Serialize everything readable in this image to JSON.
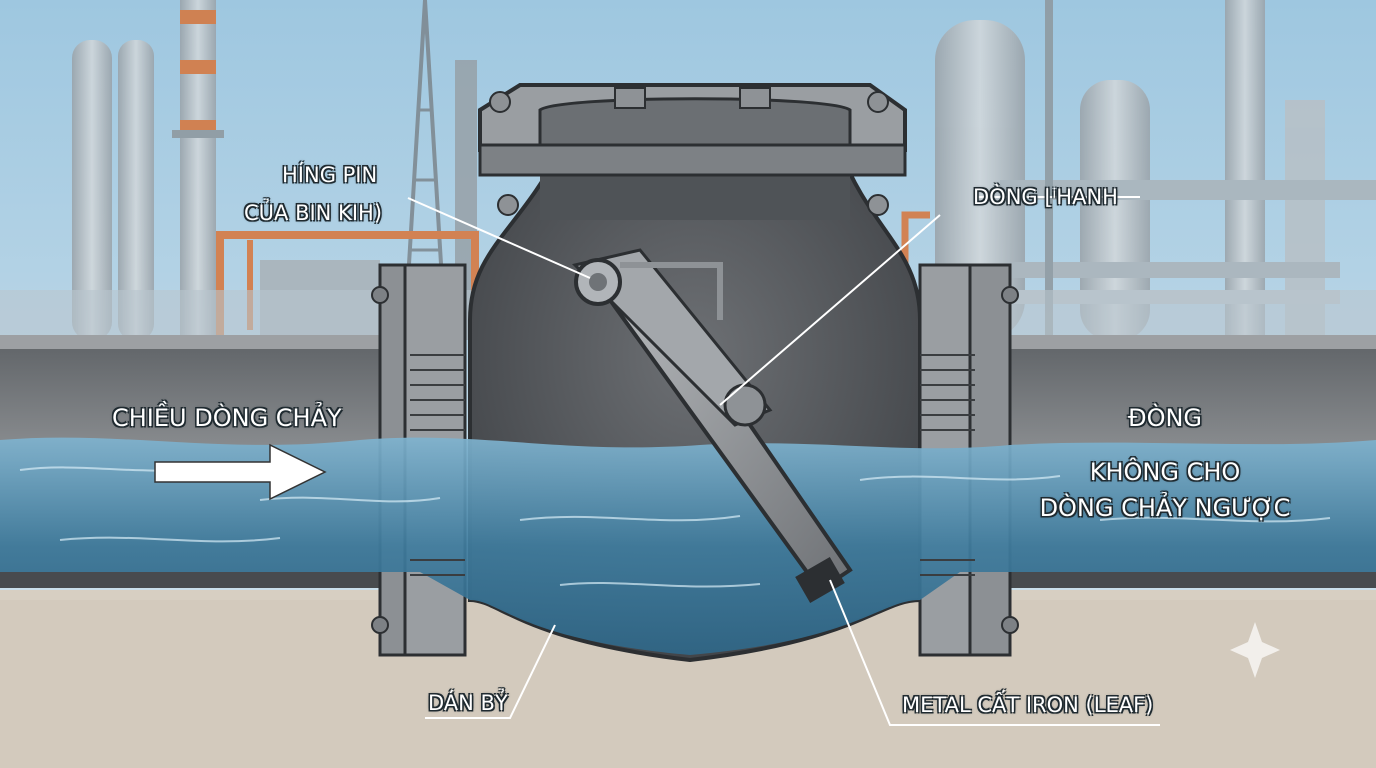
{
  "labels": {
    "hinge_pin": "HÍNG PIN",
    "hinge_pin_sub": "CỦA BIN KIH)",
    "disc_arm": "DÒNG ⌊ⁱHANH",
    "flow_direction": "CHIỀU DÒNG CHẢY",
    "closed": "ĐÒNG",
    "no_backflow_1": "KHÔNG CHO",
    "no_backflow_2": "DÒNG CHẢY NGƯỢC",
    "body_bottom": "DÁN BỶ",
    "disc_leaf": "METAL CẤT IRON (LEAF)"
  },
  "colors": {
    "sky": "#a9cde3",
    "water": "#4a86a6",
    "valve_body": "#55585c",
    "pipe": "#7a7d80",
    "ground": "#d7cfc2",
    "pipe_accent": "#d8753a"
  },
  "icons": {
    "flow_arrow": "right-arrow",
    "sparkle": "four-point-star"
  }
}
